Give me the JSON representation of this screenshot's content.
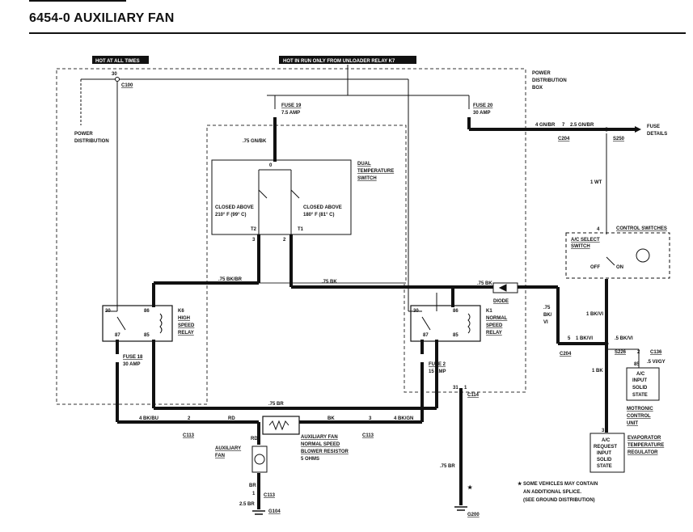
{
  "header": {
    "title": "6454-0 AUXILIARY FAN"
  },
  "labels": {
    "hot_at_all_times": "HOT AT ALL TIMES",
    "hot_in_run": "HOT IN RUN ONLY FROM UNLOADER RELAY K7",
    "pd_box_1": "POWER",
    "pd_box_2": "DISTRIBUTION",
    "pd_box_3": "BOX",
    "power_dist_1": "POWER",
    "power_dist_2": "DISTRIBUTION",
    "fuse19": "FUSE 19",
    "fuse19_amp": "7.5 AMP",
    "fuse20": "FUSE 20",
    "fuse20_amp": "30 AMP",
    "fuse18": "FUSE 18",
    "fuse18_amp": "30 AMP",
    "fuse2": "FUSE 2",
    "fuse2_amp": "15 AMP",
    "c100": "C100",
    "pin30": "30",
    "wire_4gnbr": "4 GN/BR",
    "pin7": "7",
    "wire_25gnbr": "2.5 GN/BR",
    "c204_top": "C204",
    "s250": "S250",
    "fuse_details_1": "FUSE",
    "fuse_details_2": "DETAILS",
    "wire_75gnbk": ".75 GN/BK",
    "pin0": "0",
    "dual_1": "DUAL",
    "dual_2": "TEMPERATURE",
    "dual_3": "SWITCH",
    "closed1_1": "CLOSED ABOVE",
    "closed1_2": "210° F (99° C)",
    "closed2_1": "CLOSED ABOVE",
    "closed2_2": "180° F (81° C)",
    "t2": "T2",
    "t1": "T1",
    "pin3": "3",
    "pin2": "2",
    "wire_1wt": "1 WT",
    "pin4": "4",
    "control_switches": "CONTROL SWITCHES",
    "ac_select_1": "A/C SELECT",
    "ac_select_2": "SWITCH",
    "off": "OFF",
    "on": "ON",
    "wire_75bkbr": ".75 BK/BR",
    "wire_75bk": ".75 BK",
    "wire_75bk_diode": ".75 BK",
    "diode": "DIODE",
    "k6_1": "K6",
    "k6_2": "HIGH",
    "k6_3": "SPEED",
    "k6_4": "RELAY",
    "k1_1": "K1",
    "k1_2": "NORMAL",
    "k1_3": "SPEED",
    "k1_4": "RELAY",
    "r30": "30",
    "r86": "86",
    "r87": "87",
    "r85": "85",
    "wire_75bkvi_a": ".75",
    "wire_75bkvi_b": "BK/",
    "wire_75bkvi_c": "VI",
    "wire_1bkvi": "1 BK/VI",
    "pin5": "5",
    "wire_1bkvi2": "1 BK/VI",
    "wire_5bkvi": ".5 BK/VI",
    "c204_bot": "C204",
    "s226": "S226",
    "pin2b": "2",
    "c136": "C136",
    "wire_5vigy": ".5 VI/GY",
    "pin85": "85",
    "ac_input_1": "A/C",
    "ac_input_2": "INPUT",
    "ac_input_3": "SOLID",
    "ac_input_4": "STATE",
    "motronic_1": "MOTRONIC",
    "motronic_2": "CONTROL",
    "motronic_3": "UNIT",
    "wire_1bk": "1 BK",
    "pin31": "31",
    "pin1": "1",
    "c114": "C114",
    "wire_75br": ".75 BR",
    "wire_4bkbu": "4 BK/BU",
    "pin2c": "2",
    "c113_l": "C113",
    "rd": "RD",
    "bk": "BK",
    "pin3b": "3",
    "wire_4bkgn": "4 BK/GN",
    "c113_r": "C113",
    "rd2": "RD",
    "res_1": "AUXILIARY FAN",
    "res_2": "NORMAL SPEED",
    "res_3": "BLOWER RESISTOR",
    "res_4": "5 OHMS",
    "aux_1": "AUXILIARY",
    "aux_2": "FAN",
    "br": "BR",
    "pin1b": "1",
    "c113_b": "C113",
    "wire_25br": "2.5 BR",
    "g104": "G104",
    "pin3c": "3",
    "evap_1": "EVAPORATOR",
    "evap_2": "TEMPERATURE",
    "evap_3": "REGULATOR",
    "acreq_1": "A/C",
    "acreq_2": "REQUEST",
    "acreq_3": "INPUT",
    "acreq_4": "SOLID",
    "acreq_5": "STATE",
    "wire_75br_2": ".75 BR",
    "star": "★",
    "note_1": "★ SOME VEHICLES MAY CONTAIN",
    "note_2": "AN ADDITIONAL SPLICE.",
    "note_3": "(SEE GROUND DISTRIBUTION)",
    "g200": "G200"
  }
}
